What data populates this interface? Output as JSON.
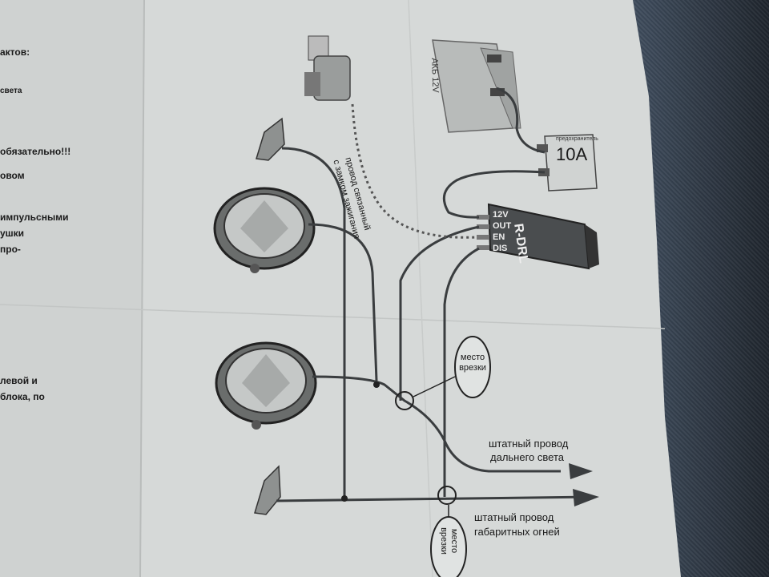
{
  "left_text": {
    "line1": "актов:",
    "line2": "света",
    "line3": "обязательно!!!",
    "line4": "овом",
    "line5": "импульсными",
    "line6": "ушки",
    "line7": "про-",
    "line8": "левой и",
    "line9": "блока, по"
  },
  "labels": {
    "ignition_wire": "провод связанный",
    "ignition_wire2": "с замком зажигания",
    "battery": "АКБ 12V",
    "fuse_top": "предохранитель",
    "fuse_value": "10A",
    "module_name": "R-DRL",
    "pin1": "12V",
    "pin2": "OUT",
    "pin3": "EN",
    "pin4": "DIS",
    "splice1_l1": "место",
    "splice1_l2": "врезки",
    "splice2_l1": "место",
    "splice2_l2": "врезки",
    "high_beam_l1": "штатный провод",
    "high_beam_l2": "дальнего света",
    "parking_l1": "штатный провод",
    "parking_l2": "габаритных огней"
  },
  "colors": {
    "paper": "#d9dcdb",
    "ink": "#222222",
    "seat": "#3d4a5a"
  }
}
